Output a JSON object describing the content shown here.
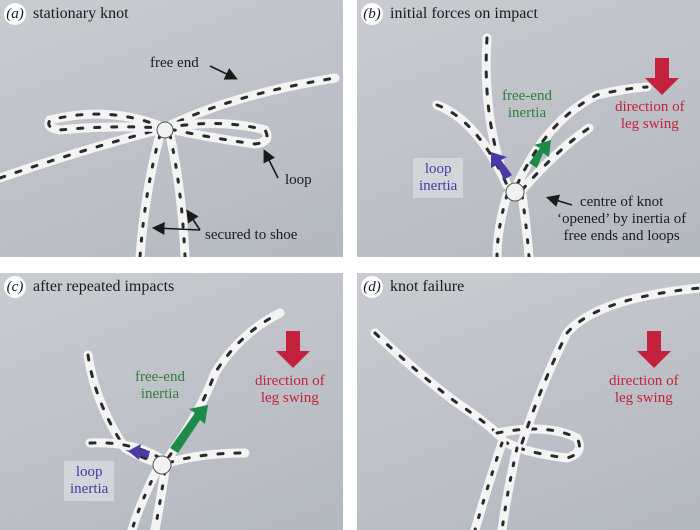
{
  "figure": {
    "panels": [
      {
        "letter": "a",
        "title": "stationary knot",
        "labels": {
          "free_end": "free end",
          "loop": "loop",
          "secured": "secured to shoe"
        }
      },
      {
        "letter": "b",
        "title": "initial forces on impact",
        "labels": {
          "free_end_inertia_1": "free-end",
          "free_end_inertia_2": "inertia",
          "direction_1": "direction of",
          "direction_2": "leg swing",
          "loop_inertia_1": "loop",
          "loop_inertia_2": "inertia",
          "centre_1": "centre of knot",
          "centre_2": "‘opened’ by inertia of",
          "centre_3": "free ends and loops"
        }
      },
      {
        "letter": "c",
        "title": "after repeated impacts",
        "labels": {
          "free_end_inertia_1": "free-end",
          "free_end_inertia_2": "inertia",
          "direction_1": "direction of",
          "direction_2": "leg swing",
          "loop_inertia_1": "loop",
          "loop_inertia_2": "inertia"
        }
      },
      {
        "letter": "d",
        "title": "knot failure",
        "labels": {
          "direction_1": "direction of",
          "direction_2": "leg swing"
        }
      }
    ],
    "colors": {
      "leg_swing_arrow": "#c4213c",
      "free_end_arrow": "#1e8a4a",
      "loop_arrow": "#4b3aa6",
      "background": "#c4c8ce",
      "lace": "#f4f4f4",
      "lace_marks": "#2a2a2a"
    }
  }
}
